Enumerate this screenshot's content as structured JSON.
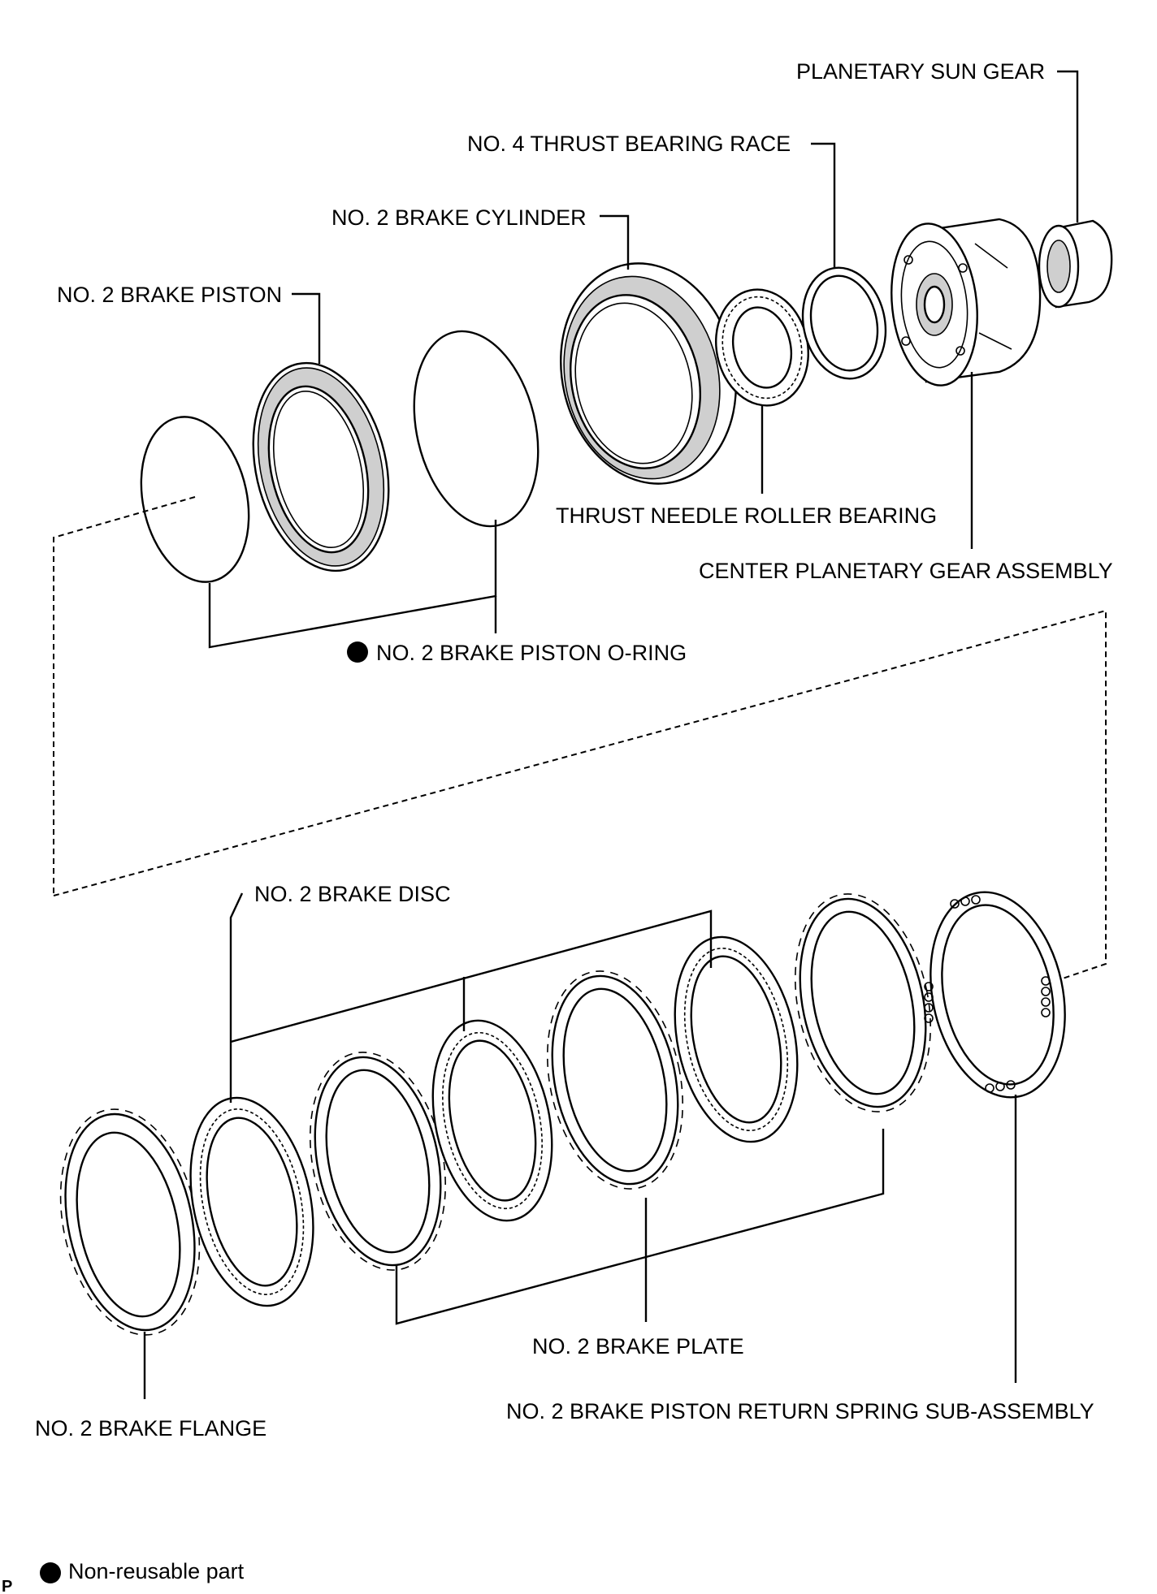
{
  "diagram": {
    "labels": {
      "planetary_sun_gear": "PLANETARY SUN GEAR",
      "no4_thrust_bearing_race": "NO. 4 THRUST BEARING RACE",
      "no2_brake_cylinder": "NO. 2 BRAKE CYLINDER",
      "no2_brake_piston": "NO. 2 BRAKE PISTON",
      "thrust_needle_roller_bearing": "THRUST NEEDLE ROLLER BEARING",
      "center_planetary_gear_assembly": "CENTER PLANETARY GEAR ASSEMBLY",
      "no2_brake_piston_o_ring": "NO. 2 BRAKE PISTON O-RING",
      "no2_brake_disc": "NO. 2 BRAKE DISC",
      "no2_brake_plate": "NO. 2 BRAKE PLATE",
      "no2_brake_flange": "NO. 2 BRAKE FLANGE",
      "no2_brake_piston_return_spring": "NO. 2 BRAKE PISTON RETURN SPRING SUB-ASSEMBLY"
    },
    "legend": {
      "text": "Non-reusable part",
      "marker": "filled-circle"
    },
    "page_code": "P",
    "colors": {
      "line": "#000000",
      "background": "#ffffff",
      "shading": "#cfcfcf"
    }
  }
}
